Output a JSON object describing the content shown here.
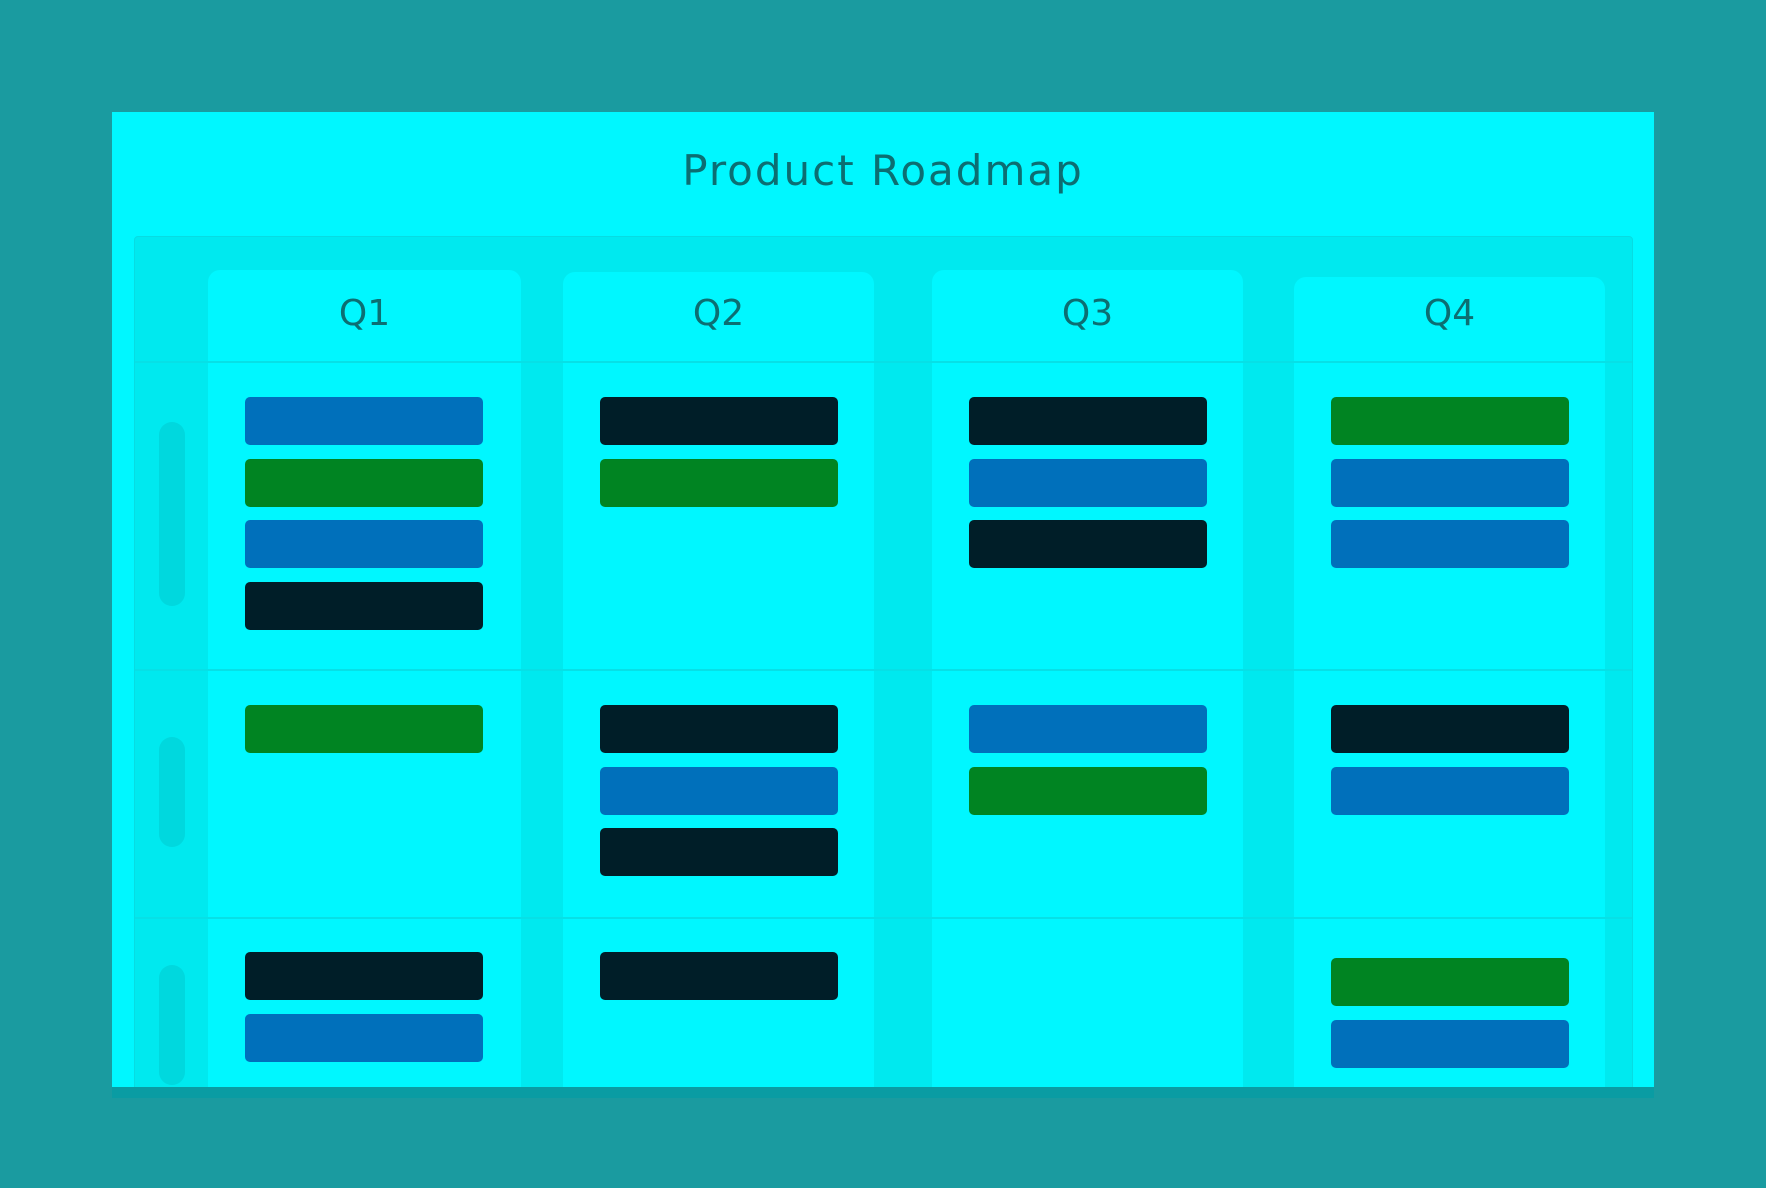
{
  "board": {
    "title": "Product Roadmap",
    "colors": {
      "blue": "#0070bb",
      "green": "#008422",
      "dark": "#001e28"
    },
    "columns": [
      {
        "label": "Q1"
      },
      {
        "label": "Q2"
      },
      {
        "label": "Q3"
      },
      {
        "label": "Q4"
      }
    ],
    "rows": [
      {
        "cells": [
          [
            "blue",
            "green",
            "blue",
            "dark"
          ],
          [
            "dark",
            "green"
          ],
          [
            "dark",
            "blue",
            "dark"
          ],
          [
            "green",
            "blue",
            "blue"
          ]
        ]
      },
      {
        "cells": [
          [
            "green"
          ],
          [
            "dark",
            "blue",
            "dark"
          ],
          [
            "blue",
            "green"
          ],
          [
            "dark",
            "blue"
          ]
        ]
      },
      {
        "cells": [
          [
            "dark",
            "blue"
          ],
          [
            "dark"
          ],
          [],
          [
            "green",
            "blue"
          ]
        ]
      }
    ]
  }
}
